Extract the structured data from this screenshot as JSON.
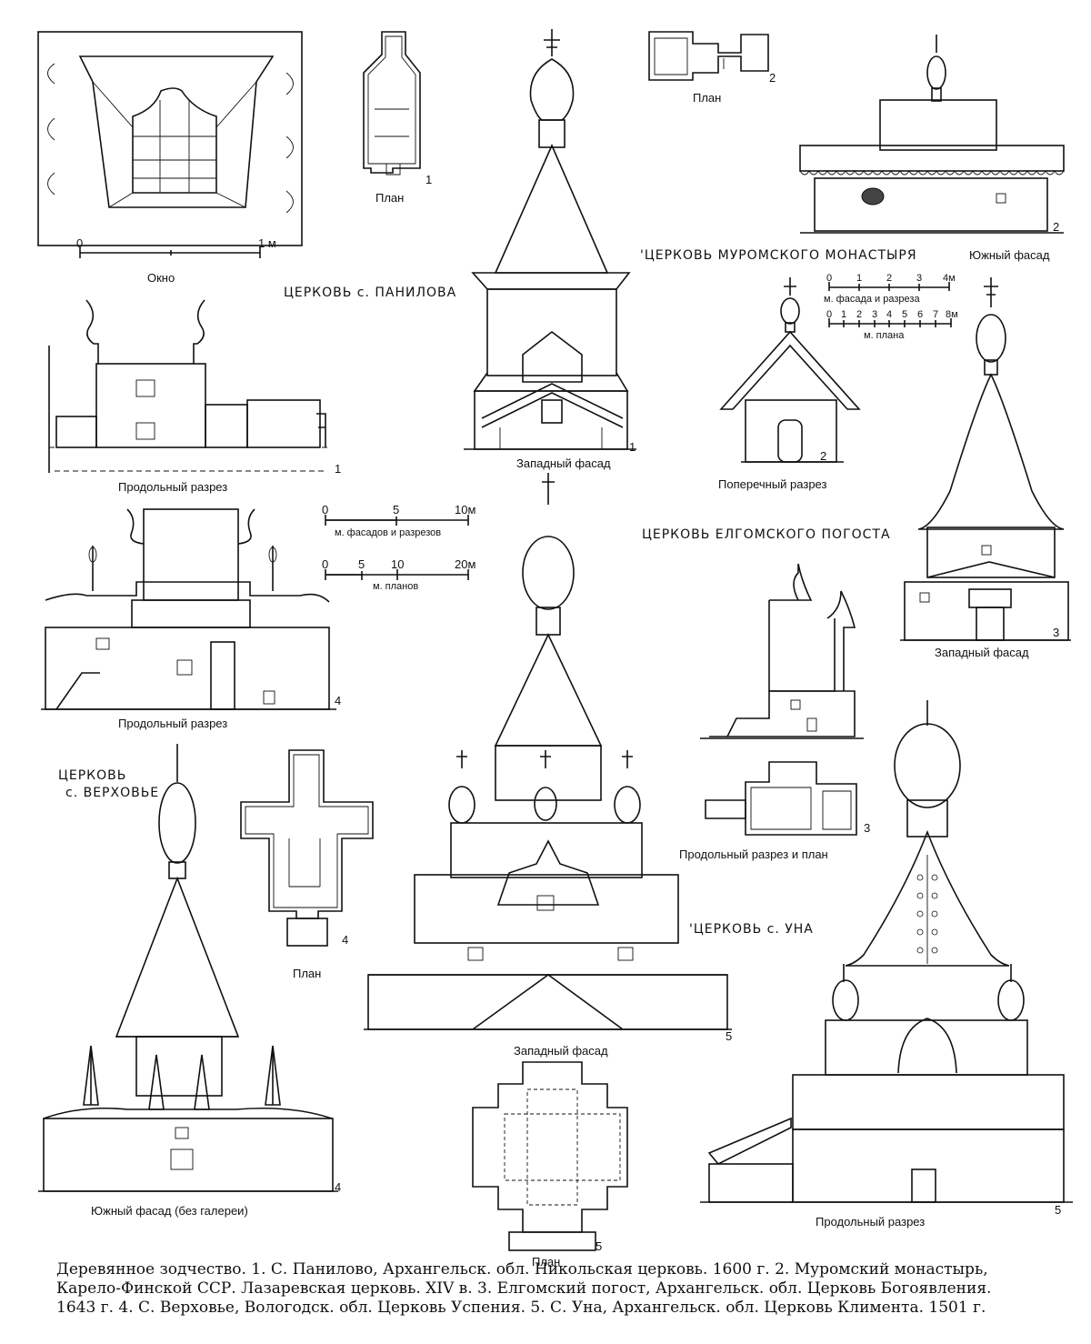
{
  "labels": {
    "okno": "Окно",
    "plan": "План",
    "prodolny_razrez": "Продольный разрез",
    "zapadny_fasad": "Западный фасад",
    "poperechny_razrez": "Поперечный разрез",
    "yuzhny_fasad": "Южный фасад",
    "yuzhny_fasad_bez_galerei": "Южный фасад (без галереи)",
    "prodolny_razrez_i_plan": "Продольный разрез и план"
  },
  "titles": {
    "panilova": "ЦЕРКОВЬ с. ПАНИЛОВА",
    "muromskogo": "'ЦЕРКОВЬ МУРОМСКОГО МОНАСТЫРЯ",
    "elgomskogo": "ЦЕРКОВЬ ЕЛГОМСКОГО ПОГОСТА",
    "verkhovye_1": "ЦЕРКОВЬ",
    "verkhovye_2": "с. ВЕРХОВЬЕ",
    "una": "'ЦЕРКОВЬ с. УНА"
  },
  "scales": {
    "window": {
      "start": "0",
      "end": "1 м"
    },
    "muromsky_facade": {
      "ticks": [
        "0",
        "1",
        "2",
        "3",
        "4м"
      ],
      "caption": "м. фасада и разреза"
    },
    "muromsky_plan": {
      "ticks": [
        "0",
        "1",
        "2",
        "3",
        "4",
        "5",
        "6",
        "7",
        "8м"
      ],
      "caption": "м. плана"
    },
    "main_facades": {
      "ticks": [
        "0",
        "5",
        "10м"
      ],
      "caption": "м. фасадов и разрезов"
    },
    "main_plans": {
      "ticks": [
        "0",
        "5",
        "10",
        "20м"
      ],
      "caption": "м. планов"
    }
  },
  "numbers": {
    "n1": "1",
    "n2": "2",
    "n3": "3",
    "n4": "4",
    "n5": "5"
  },
  "caption": [
    "Деревянное зодчество. 1. С. Панилово, Архангельск. обл. Никольская церковь. 1600 г. 2. Муромский монастырь,",
    "Карело-Финской ССР. Лазаревская церковь. XIV в. 3. Елгомский погост, Архангельск. обл. Церковь Богоявления.",
    "1643 г. 4. С. Верховье, Вологодск. обл. Церковь Успения. 5. С. Уна, Архангельск. обл. Церковь Климента. 1501 г."
  ]
}
